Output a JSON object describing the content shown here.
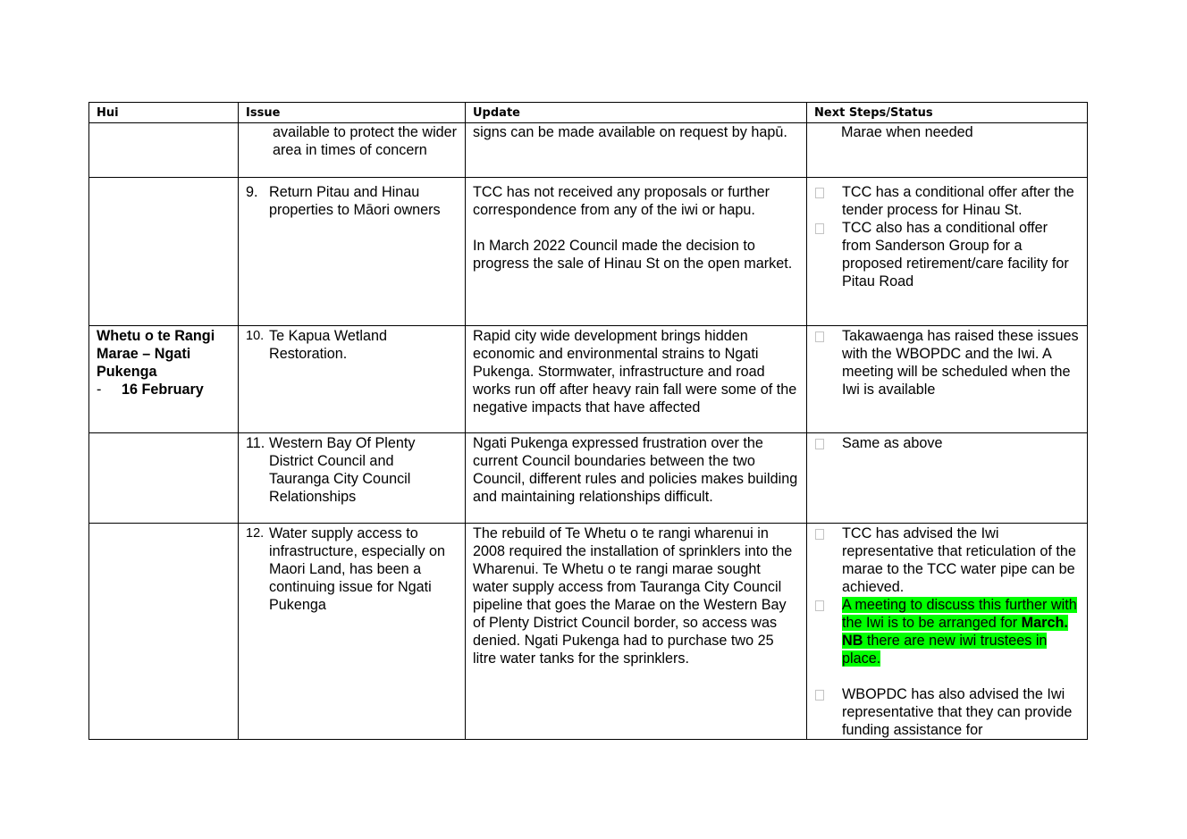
{
  "headers": {
    "hui": "Hui",
    "issue": "Issue",
    "update": "Update",
    "next": "Next Steps/Status"
  },
  "row_cont": {
    "issue": "available to protect the wider area in times of concern",
    "update": "signs can be made available on request by hapū.",
    "next": "Marae when needed"
  },
  "row9": {
    "num": "9.",
    "issue": "Return Pitau and Hinau properties to Māori owners",
    "update_p1": "TCC has not received any proposals or further correspondence from any of the iwi or hapu.",
    "update_p2": "In March 2022 Council made the decision to progress the sale of Hinau St on the open market.",
    "next_1": "TCC has a conditional offer after the tender process for Hinau St.",
    "next_2": "TCC also has a conditional offer from Sanderson Group for a proposed retirement/care facility for Pitau Road"
  },
  "row10": {
    "hui_name": "Whetu o te Rangi Marae – Ngati Pukenga",
    "hui_dash": "-",
    "hui_date": "16 February",
    "num": "10.",
    "issue": "Te Kapua Wetland Restoration.",
    "update": "Rapid city wide development brings hidden economic and environmental strains to Ngati Pukenga. Stormwater, infrastructure and road works run off after heavy rain fall were some of the negative impacts that have affected",
    "next_1": "Takawaenga has raised these issues with the WBOPDC and the Iwi.  A meeting will be scheduled when the Iwi is available"
  },
  "row11": {
    "num": "11.",
    "issue": "Western Bay Of Plenty District Council and Tauranga City Council Relationships",
    "update": "Ngati Pukenga expressed frustration over the current Council boundaries between the two Council, different rules and policies makes building and maintaining relationships difficult.",
    "next_1": "Same as above"
  },
  "row12": {
    "num": "12.",
    "issue": "Water supply access to infrastructure, especially on Maori Land, has been a continuing issue for Ngati Pukenga",
    "update": "The rebuild of Te Whetu o te rangi wharenui in 2008  required the installation of sprinklers into the Wharenui. Te Whetu o te rangi marae sought water supply access from Tauranga City Council pipeline that goes the Marae on the Western Bay of Plenty District Council border, so access was denied. Ngati Pukenga had to purchase two 25 litre water tanks for the sprinklers.",
    "next_1": "TCC has advised the Iwi representative that reticulation of the marae to the TCC water pipe can be achieved.",
    "next_2a": "A meeting to discuss this further with the Iwi is to be arranged for ",
    "next_2b": "March.",
    "next_2c": " ",
    "next_2d": "NB",
    "next_2e": " there are new iwi trustees in place.",
    "next_3": "WBOPDC has also advised the Iwi representative that they can provide funding assistance for"
  },
  "colors": {
    "highlight": "#00ff00",
    "border": "#000000"
  }
}
